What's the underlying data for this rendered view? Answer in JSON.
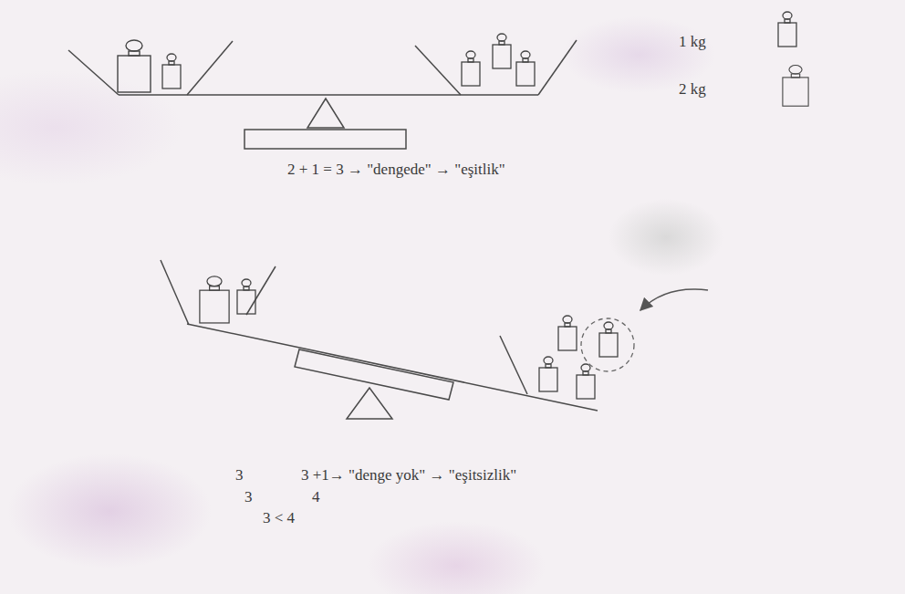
{
  "diagram": {
    "labels": [
      "2 + 1 = 3 → \"dengede\" → \"eşitlik\"",
      "3",
      "3 +1→ \"denge yok\" → \"eşitsizlik\"",
      "3",
      "4",
      "3 < 4"
    ],
    "legend": [
      {
        "text": "1 kg"
      },
      {
        "text": "2 kg"
      }
    ]
  }
}
